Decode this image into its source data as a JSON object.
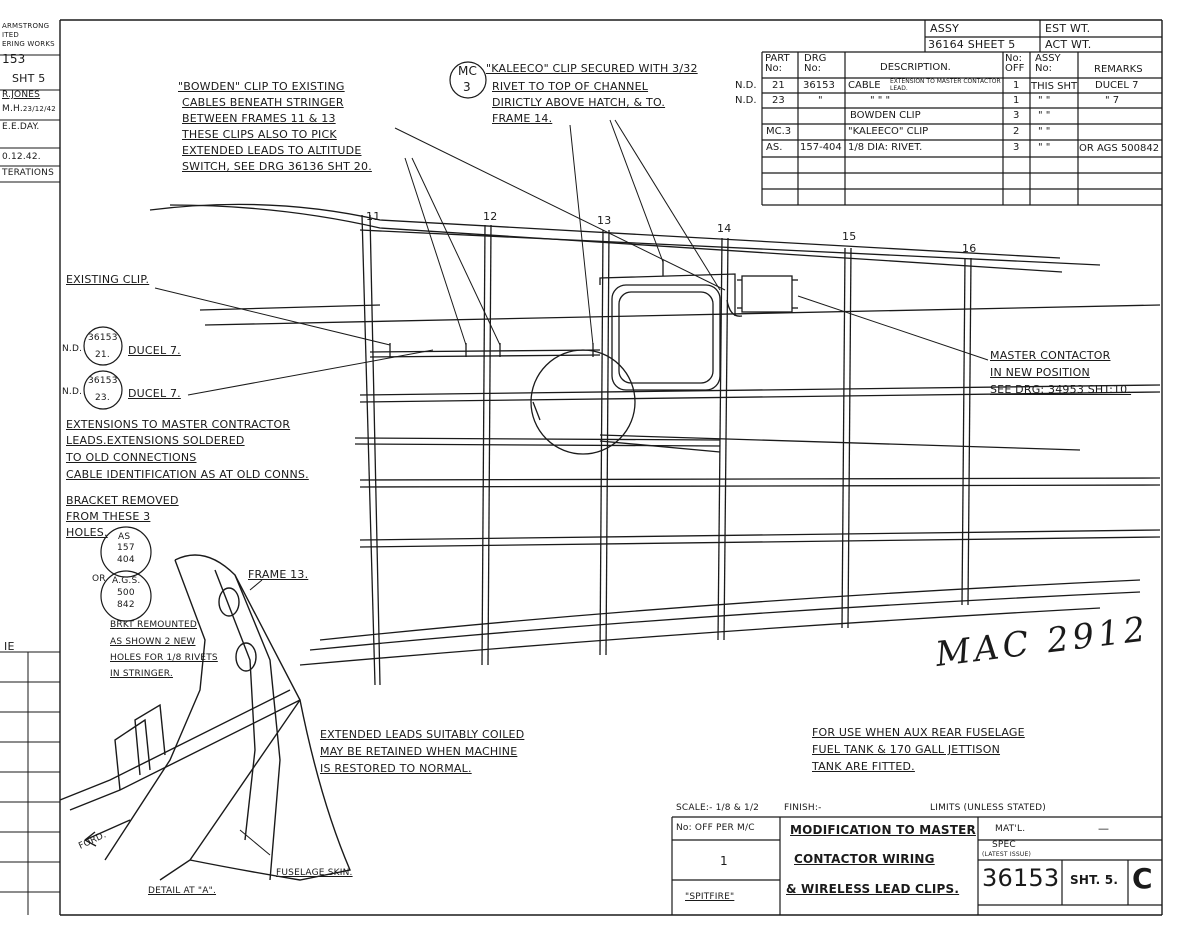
{
  "left_strip": {
    "lines": [
      "ARMSTRONG",
      "ITED",
      "ERING WORKS",
      "153",
      "SHT 5",
      "R.JONES",
      "M.H.",
      "E.E.DAY.",
      "0.12.42.",
      "TERATIONS"
    ],
    "mh_date": "23/12/42",
    "lower_label": "IE"
  },
  "parts_table": {
    "assy_label": "ASSY",
    "assy_value": "36164 SHEET 5",
    "est_wt": "EST WT.",
    "act_wt": "ACT WT.",
    "headers": {
      "part_no": "PART No:",
      "drg_no": "DRG No:",
      "description": "DESCRIPTION.",
      "no_off": "No: OFF",
      "assy_no": "ASSY No:",
      "remarks": "REMARKS"
    },
    "rows": [
      {
        "prefix": "N.D.",
        "part": "21",
        "drg": "36153",
        "desc": "CABLE",
        "desc_small": "EXTENSION TO MASTER CONTACTOR LEAD.",
        "off": "1",
        "assy": "THIS SHT",
        "remarks": "DUCEL 7"
      },
      {
        "prefix": "N.D.",
        "part": "23",
        "drg": "\"",
        "desc": "\"       \"       \"",
        "desc_small": "",
        "off": "1",
        "assy": "\"    \"",
        "remarks": "\"     7"
      },
      {
        "prefix": "",
        "part": "",
        "drg": "",
        "desc": "BOWDEN CLIP",
        "desc_small": "",
        "off": "3",
        "assy": "\"    \"",
        "remarks": ""
      },
      {
        "prefix": "",
        "part": "MC.3",
        "drg": "",
        "desc": "\"KALEECO\" CLIP",
        "desc_small": "",
        "off": "2",
        "assy": "\"    \"",
        "remarks": ""
      },
      {
        "prefix": "",
        "part": "AS.",
        "drg": "157-404",
        "desc": "1/8 DIA: RIVET.",
        "desc_small": "",
        "off": "3",
        "assy": "\"    \"",
        "remarks": "OR AGS 500842"
      }
    ]
  },
  "notes": {
    "bowden": [
      "\"BOWDEN\" CLIP TO EXISTING",
      "CABLES BENEATH STRINGER",
      "BETWEEN FRAMES 11 & 13",
      "THESE CLIPS ALSO TO PICK",
      "EXTENDED LEADS TO ALTITUDE",
      "SWITCH, SEE DRG 36136 SHT 20."
    ],
    "kaleeco": [
      "\"KALEECO\" CLIP SECURED WITH 3/32",
      "RIVET TO TOP OF CHANNEL",
      "DIRICTLY ABOVE HATCH, & TO.",
      "FRAME 14."
    ],
    "mc_bubble_top": "MC",
    "mc_bubble_bottom": "3",
    "existing_clip": "EXISTING CLIP.",
    "master_contactor": [
      "MASTER CONTACTOR",
      "IN NEW POSITION",
      "SEE DRG: 34953 SHT:10."
    ],
    "extensions": [
      "EXTENSIONS TO MASTER CONTRACTOR",
      "LEADS.EXTENSIONS SOLDERED",
      "TO OLD CONNECTIONS",
      "CABLE IDENTIFICATION AS AT OLD CONNS."
    ],
    "bracket_removed": [
      "BRACKET REMOVED",
      "FROM THESE 3",
      "HOLES."
    ],
    "brkt_remounted": [
      "BRKT REMOUNTED",
      "AS SHOWN 2 NEW",
      "HOLES FOR 1/8 RIVETS",
      "IN STRINGER."
    ],
    "frame13": "FRAME 13.",
    "coiled": [
      "EXTENDED LEADS SUITABLY COILED",
      "MAY BE RETAINED WHEN MACHINE",
      "IS RESTORED TO NORMAL."
    ],
    "fuel": [
      "FOR USE WHEN AUX REAR FUSELAGE",
      "FUEL TANK & 170 GALL JETTISON",
      "TANK ARE FITTED."
    ],
    "fuselage_skin": "FUSELAGE SKIN.",
    "detail": "DETAIL AT \"A\".",
    "ford": "FORD.",
    "or_label": "OR",
    "handwritten": "MAC 2912"
  },
  "callouts": [
    {
      "prefix": "N.D.",
      "top": "36153",
      "bottom": "21.",
      "suffix": "DUCEL 7."
    },
    {
      "prefix": "N.D.",
      "top": "36153",
      "bottom": "23.",
      "suffix": "DUCEL 7."
    }
  ],
  "bubbles_as": {
    "top": "AS",
    "mid": "157",
    "bottom": "404"
  },
  "bubbles_ags": {
    "top": "A.G.S.",
    "mid": "500",
    "bottom": "842"
  },
  "frames": [
    "11",
    "12",
    "13",
    "14",
    "15",
    "16"
  ],
  "title_block": {
    "scale": "SCALE:- 1/8 & 1/2",
    "finish": "FINISH:-",
    "limits": "LIMITS (UNLESS STATED)",
    "no_off": "No: OFF PER M/C",
    "no_off_value": "1",
    "aircraft": "\"SPITFIRE\"",
    "title": [
      "MODIFICATION TO MASTER",
      "CONTACTOR WIRING",
      "& WIRELESS LEAD CLIPS."
    ],
    "matl": "MAT'L.",
    "matl_value": "—",
    "spec": "SPEC",
    "spec_small": "(LATEST ISSUE)",
    "drawing_no": "36153",
    "sheet": "SHT. 5.",
    "issue": "C"
  }
}
